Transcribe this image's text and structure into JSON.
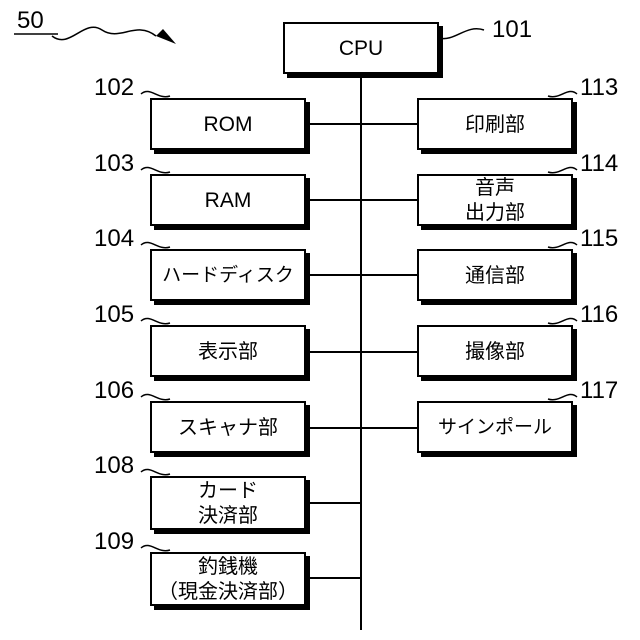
{
  "figure_ref": "50",
  "cpu": {
    "ref": "101",
    "label": "CPU"
  },
  "left_blocks": [
    {
      "ref": "102",
      "label": "ROM"
    },
    {
      "ref": "103",
      "label": "RAM"
    },
    {
      "ref": "104",
      "label": "ハードディスク"
    },
    {
      "ref": "105",
      "label": "表示部"
    },
    {
      "ref": "106",
      "label": "スキャナ部"
    },
    {
      "ref": "108",
      "label": "カード\n決済部"
    },
    {
      "ref": "109",
      "label": "釣銭機\n（現金決済部）"
    }
  ],
  "right_blocks": [
    {
      "ref": "113",
      "label": "印刷部"
    },
    {
      "ref": "114",
      "label": "音声\n出力部"
    },
    {
      "ref": "115",
      "label": "通信部"
    },
    {
      "ref": "116",
      "label": "撮像部"
    },
    {
      "ref": "117",
      "label": "サインポール"
    }
  ]
}
